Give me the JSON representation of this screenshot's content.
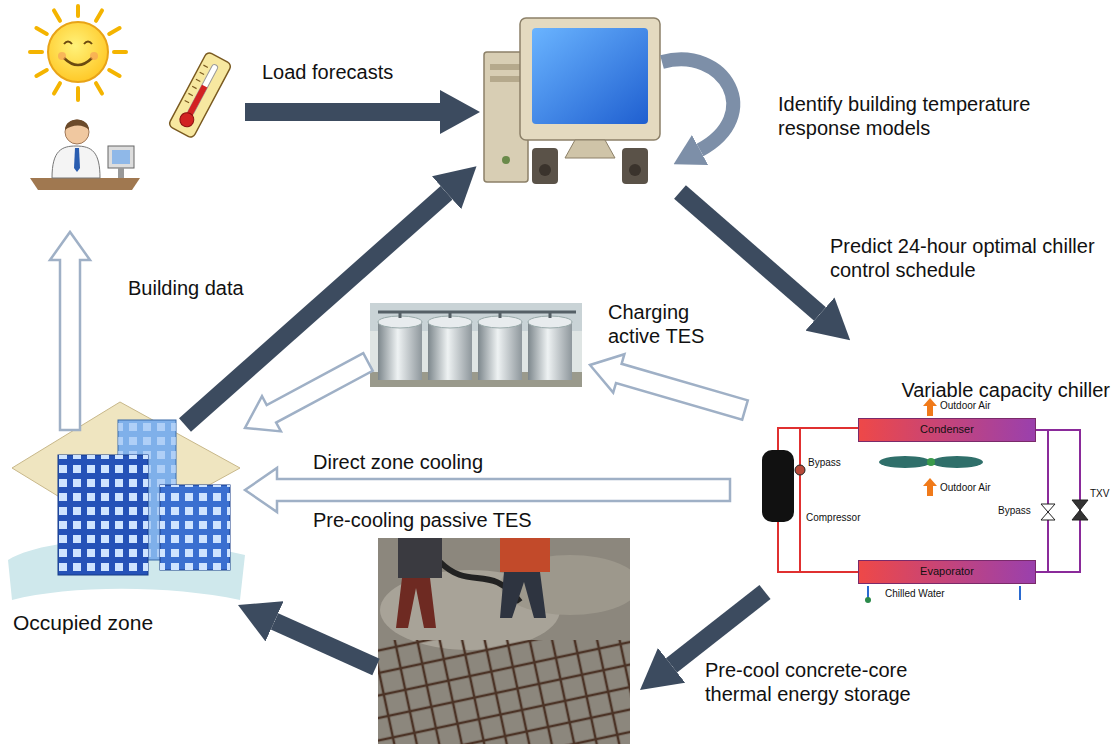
{
  "diagram": {
    "nodes": [
      {
        "text": [
          "Occupied zone"
        ]
      },
      {
        "text": [
          "Variable capacity chiller"
        ]
      },
      {
        "text": [
          "Condenser"
        ],
        "in": 1
      },
      {
        "text": [
          "Evaporator"
        ],
        "in": 1
      }
    ],
    "edges": [
      {
        "from": 1,
        "to": 0,
        "arrow": "to",
        "label": "Direct zone cooling"
      }
    ],
    "labels": [
      "Load forecasts",
      "Identify building temperature response models",
      "Predict 24-hour optimal chiller control schedule",
      "Charging active TES",
      "Building data",
      "Pre-cooling passive TES",
      "Pre-cool concrete-core thermal energy storage",
      "Outdoor Air",
      "Outdoor Air",
      "Bypass",
      "Compressor",
      "Bypass",
      "TXV",
      "Chilled Water"
    ]
  }
}
